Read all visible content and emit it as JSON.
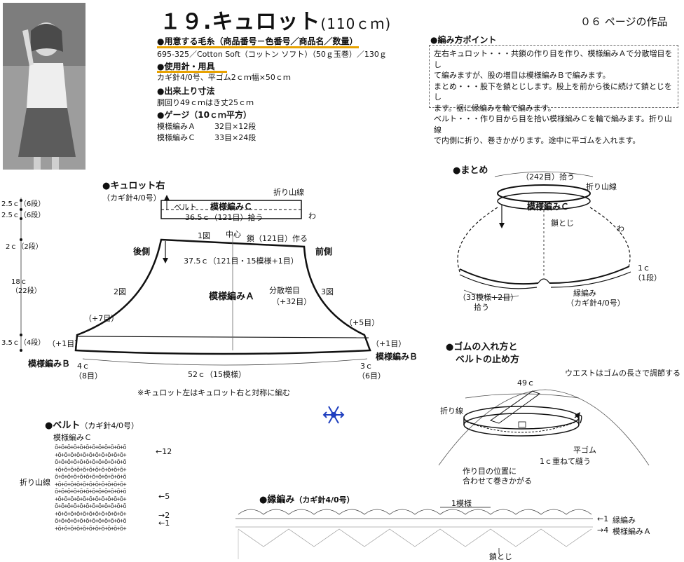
{
  "header": {
    "title": "１９.キュロット",
    "title_size": "(110ｃｍ)",
    "page_ref": "０６ ページの作品"
  },
  "materials": {
    "yarn_heading": "●用意する毛糸（商品番号－色番号／商品名／数量）",
    "yarn_value": "695-325／Cotton Soft（コットン ソフト）（50ｇ玉巻）／130ｇ",
    "needle_heading": "●使用針・用具",
    "needle_value": "カギ針4/0号、平ゴム2ｃｍ幅×50ｃｍ",
    "size_heading": "●出来上り寸法",
    "size_value": "胴回り49ｃｍはき丈25ｃｍ",
    "gauge_heading": "●ゲージ（10ｃｍ平方）",
    "gauge_a_label": "模様編みＡ",
    "gauge_a_value": "32目×12段",
    "gauge_c_label": "模様編みＣ",
    "gauge_c_value": "33目×24段"
  },
  "points": {
    "heading": "●編み方ポイント",
    "lines": [
      "左右キュロット・・・共鎖の作り目を作り、模様編みＡで分散増目をし",
      "て編みますが、股の増目は模様編みＢで編みます。",
      "まとめ・・・股下を鎖とじします。股上を前から後に続けて鎖とじをし",
      "ます。裾に縁編みを輪で編みます。",
      "ベルト・・・作り目から目を拾い模様編みＣを輪で編みます。折り山線",
      "で内側に折り、巻きかがります。途中に平ゴムを入れます。"
    ]
  },
  "culotte": {
    "heading": "●キュロット右",
    "needle": "（カギ針4/0号）",
    "fold_line": "折り山線",
    "belt": "ベルト",
    "pattern_c": "模様編みＣ",
    "wa": "わ",
    "top_width": "36.5ｃ（121目）拾う",
    "fig1": "1図",
    "center": "中心",
    "chain": "鎖（121目）作る",
    "back": "後側",
    "front": "前側",
    "mid_width": "37.5ｃ（121目・15模様+1目）",
    "fig2": "2図",
    "fig3": "3図",
    "pattern_a": "模様編みＡ",
    "inc_label": "分散増目",
    "inc_value": "（+32目）",
    "plus7": "（+7目）",
    "plus5": "（+5目）",
    "plus1_l": "（+1目）",
    "plus1_r": "（+1目）",
    "pattern_b_l": "模様編みＢ",
    "pattern_b_r": "模様編みＢ",
    "four_c": "4ｃ",
    "eight": "（8目）",
    "three_c": "3ｃ",
    "six": "（6目）",
    "bottom_width": "52ｃ（15模様）",
    "note": "※キュロット左はキュロット右と対称に編む",
    "dims": [
      {
        "a": "2.5ｃ",
        "b": "（6段）"
      },
      {
        "a": "2.5ｃ",
        "b": "（6段）"
      },
      {
        "a": "2ｃ",
        "b": "（2段）"
      },
      {
        "a": "18ｃ",
        "b": "（22段）"
      },
      {
        "a": "3.5ｃ",
        "b": "（4段）"
      }
    ]
  },
  "matome": {
    "heading": "●まとめ",
    "pick": "（242目）拾う",
    "fold_line": "折り山線",
    "pattern_c": "模様編みＣ",
    "chain_join": "鎖とじ",
    "wa": "わ",
    "one_c": "1ｃ",
    "one_row": "（1段）",
    "pick2a": "（33模様+2目）",
    "pick2b": "拾う",
    "edge": "縁編み",
    "edge_needle": "（カギ針4/0号）"
  },
  "gomu": {
    "heading1": "●ゴムの入れ方と",
    "heading2": "ベルトの止め方",
    "waist_note": "ウエストはゴムの長さで調節する",
    "width": "49ｃ",
    "fold_line": "折り線",
    "flat_gomu": "平ゴム",
    "overlap": "1ｃ重ねて縫う",
    "roll1": "作り目の位置に",
    "roll2": "合わせて巻きかがる"
  },
  "belt": {
    "heading": "●ベルト",
    "needle": "（カギ針4/0号）",
    "pattern_c": "模様編みＣ",
    "fold_line": "折り山線",
    "row12": "←12",
    "row5": "←5",
    "row2": "→2",
    "row1": "←1",
    "stitch_row_a": "ō+ō+ō+ō+ō+ō+ō+ō+ō+ō+ō+ō",
    "stitch_row_b": "+ō+ō+ō+ō+ō+ō+ō+ō+ō+ō+ō+"
  },
  "edge": {
    "heading": "●縁編み",
    "needle": "（カギ針4/0号）",
    "one_pattern": "1模様",
    "row1": "←1",
    "edge_label": "縁編み",
    "row4": "→4",
    "pattern_a": "模様編みＡ",
    "chain_join": "鎖とじ"
  },
  "colors": {
    "accent_underline": "#e8a200",
    "snowflake": "#1f3fbf"
  }
}
